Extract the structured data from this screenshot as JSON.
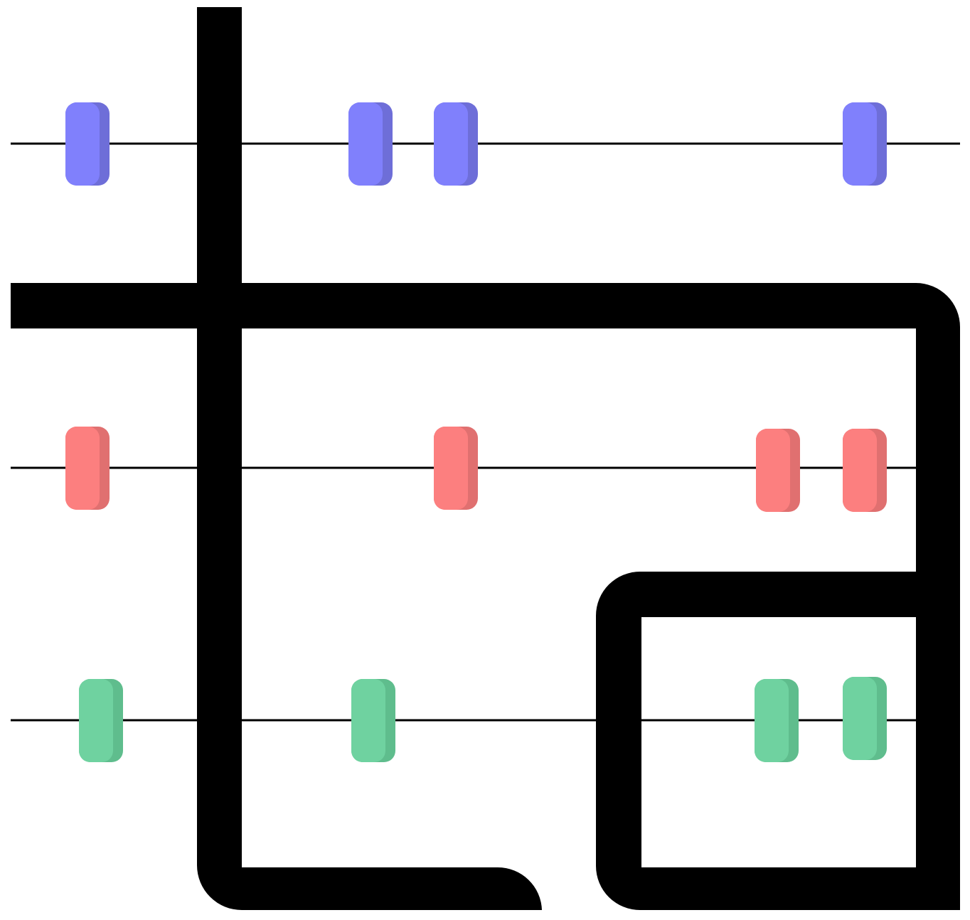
{
  "board": {
    "colors": {
      "background": "#ffffff",
      "wall": "#000000",
      "rail": "#000000",
      "blue": "#8080fc",
      "blue_shade": "#6e6ed8",
      "red": "#fc7f7f",
      "red_shade": "#e07070",
      "green": "#6fd2a0",
      "green_shade": "#5fbd8d"
    },
    "rows": [
      {
        "color": "blue",
        "pegs": 4
      },
      {
        "color": "red",
        "pegs": 4
      },
      {
        "color": "green",
        "pegs": 4
      }
    ]
  }
}
